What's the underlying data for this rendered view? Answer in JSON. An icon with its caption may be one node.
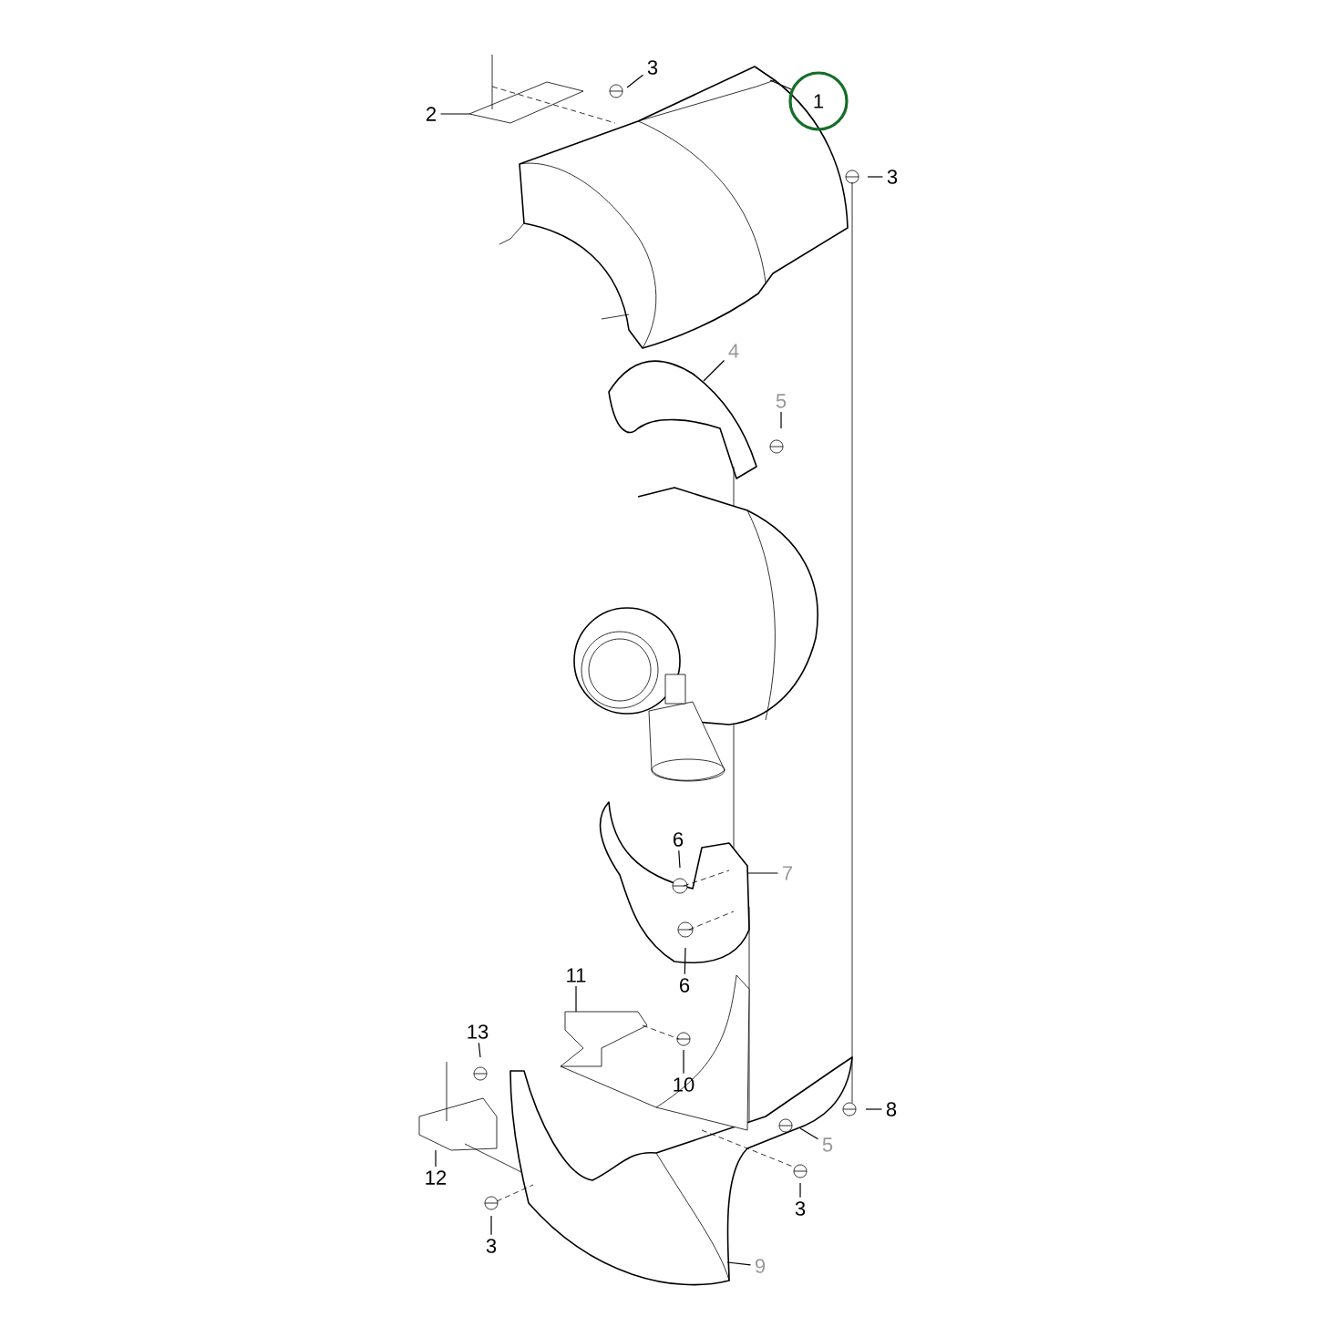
{
  "diagram": {
    "nodes": [
      {
        "text": [
          "1"
        ]
      },
      {
        "text": [
          "2"
        ]
      },
      {
        "text": [
          "3"
        ]
      },
      {
        "text": [
          "3"
        ]
      },
      {
        "text": [
          "4"
        ]
      },
      {
        "text": [
          "5"
        ]
      },
      {
        "text": [
          "6"
        ]
      },
      {
        "text": [
          "7"
        ]
      },
      {
        "text": [
          "6"
        ]
      },
      {
        "text": [
          "11"
        ]
      },
      {
        "text": [
          "13"
        ]
      },
      {
        "text": [
          "10"
        ]
      },
      {
        "text": [
          "8"
        ]
      },
      {
        "text": [
          "5"
        ]
      },
      {
        "text": [
          "12"
        ]
      },
      {
        "text": [
          "3"
        ]
      },
      {
        "text": [
          "3"
        ]
      },
      {
        "text": [
          "9"
        ]
      }
    ],
    "edges": [
      {
        "from": 0,
        "to": null,
        "arrow": "none"
      },
      {
        "from": 1,
        "to": null,
        "arrow": "none"
      },
      {
        "from": 2,
        "to": null,
        "arrow": "none"
      },
      {
        "from": 3,
        "to": null,
        "arrow": "none"
      },
      {
        "from": 4,
        "to": null,
        "arrow": "none"
      },
      {
        "from": 5,
        "to": null,
        "arrow": "none"
      },
      {
        "from": 6,
        "to": null,
        "arrow": "none"
      },
      {
        "from": 7,
        "to": null,
        "arrow": "none"
      },
      {
        "from": 8,
        "to": null,
        "arrow": "none"
      },
      {
        "from": 9,
        "to": null,
        "arrow": "none"
      },
      {
        "from": 10,
        "to": null,
        "arrow": "none"
      },
      {
        "from": 11,
        "to": null,
        "arrow": "none"
      },
      {
        "from": 12,
        "to": null,
        "arrow": "none"
      },
      {
        "from": 13,
        "to": null,
        "arrow": "none"
      },
      {
        "from": 14,
        "to": null,
        "arrow": "none"
      },
      {
        "from": 15,
        "to": null,
        "arrow": "none"
      },
      {
        "from": 16,
        "to": null,
        "arrow": "none"
      },
      {
        "from": 17,
        "to": null,
        "arrow": "none"
      }
    ]
  }
}
